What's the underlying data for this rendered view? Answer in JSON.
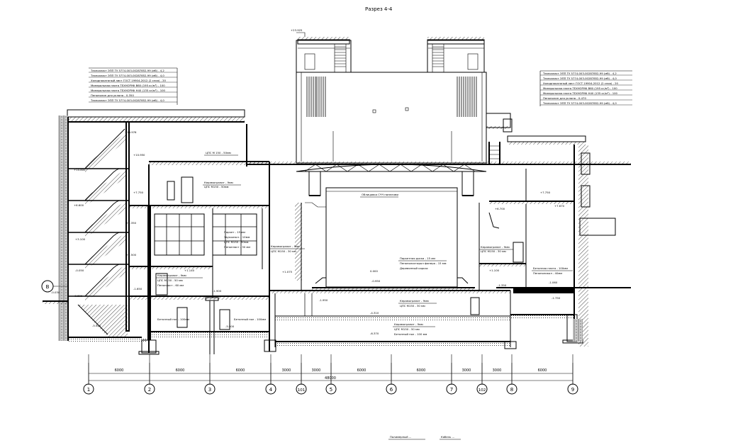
{
  "title": "Разрез 4-4",
  "top_elevation": "+23.925",
  "left_legend": [
    {
      "text": "Техноэласт ЭПП ТУ 5774-003-00287852-99 (мб)",
      "val": "- 4,2"
    },
    {
      "text": "Техноэласт ЭПП ТУ 5774-003-00287852-99 (мб)",
      "val": "- 4,0"
    },
    {
      "text": "Холоднокатаный лист ГОСТ 19904-2012 (2 слоя)",
      "val": "- 20"
    },
    {
      "text": "Минеральная плита ТЕХНОРУФ В60 (195 кг/м³)",
      "val": "- 100"
    },
    {
      "text": "Минеральная плита ТЕХНОРУФ Н40 (135 кг/м³)",
      "val": "- 100"
    },
    {
      "text": "Пенополин для уклона",
      "val": "- 0-350"
    },
    {
      "text": "Техноэласт ЭПП ТУ 5774-003-00287852-99 (мб)",
      "val": "- 4,0"
    }
  ],
  "right_legend": [
    {
      "text": "Техноэласт ЭПП ТУ 5774-003-00287852-99 (мб)",
      "val": "- 4,2"
    },
    {
      "text": "Техноэласт ЭПП ТУ 5774-003-00287852-99 (мб)",
      "val": "- 4,0"
    },
    {
      "text": "Холоднокатаный лист ГОСТ 19904-2012 (2 слоя)",
      "val": "- 20"
    },
    {
      "text": "Минеральная плита ТЕХНОРУФ В60 (195 кг/м³)",
      "val": "- 100"
    },
    {
      "text": "Минеральная плита ТЕХНОРУФ Н40 (135 кг/м³)",
      "val": "- 100"
    },
    {
      "text": "Пенополин для уклона",
      "val": "- 0-470"
    },
    {
      "text": "Техноэласт ЭПП ТУ 5774-003-00287852-99 (мб)",
      "val": "- 4,0"
    }
  ],
  "elevations_left": [
    "+14.976",
    "+10.950",
    "+10.800",
    "+7.750",
    "+6.600",
    "+4.350",
    "+3.100",
    "+1.500",
    "-0.050",
    "-1.650",
    "-2.600",
    "-5.500"
  ],
  "elevations_mid": [
    "+1.140",
    "-1.900",
    "+1.075",
    "0.000",
    "-0.950",
    "-1.950",
    "-4.310",
    "-6.370",
    "-5.500"
  ],
  "elevations_right": [
    "+7.750",
    "+7.670",
    "+6.700",
    "+1.100",
    "-1.060",
    "-1.750",
    "-1.350"
  ],
  "callouts": {
    "roof_slab": "ЦПС М 150 - 50мм",
    "screed_1a": "Керамогранит - 9мм",
    "screed_1b": "ЦПС М150 - 50мм",
    "floor_a": "Паркет - 15 мм",
    "floor_b": "Звукоизол. - 10мм",
    "floor_c": "ЦПС М150 - 50мм",
    "floor_d": "Пенопласт - 30 мм",
    "screed_2a": "Керамогранит - 9мм",
    "screed_2b": "ЦПС М150 - 30 мм",
    "stage_roof": "Облицовка СЧЧ панелями",
    "stage_a": "Паркетная доска - 15 мм",
    "stage_b": "Пенополистирол фанера - 15 мм",
    "stage_c": "Деревянный каркас",
    "right_a": "Керамогранит - 9мм",
    "right_b": "ЦПС М150 - 30 мм",
    "base_a": "Керамогранит - 9мм",
    "base_b": "ЦПС М150 - 50 мм",
    "base_c": "Пенопласт - 60 мм",
    "pit_a": "Керамогранит - 9мм",
    "pit_b": "ЦПС М150 - 30 мм",
    "low_a": "Керамогранит - 9мм",
    "low_b": "ЦПС М150 - 50 мм",
    "low_c": "Бетонный пол - 100 мм",
    "conc1": "Бетонный пол - 100мм",
    "conc2": "Бетонный пол - 100мм",
    "right_low_a": "Бетонная плита - 100мм",
    "right_low_b": "Пенополикол - 40мм"
  },
  "dims": [
    "6000",
    "6000",
    "6000",
    "3000",
    "3000",
    "6000",
    "6000",
    "3000",
    "3000",
    "6000"
  ],
  "total_dim": "48000",
  "axes": [
    "1",
    "2",
    "3",
    "4",
    "101",
    "5",
    "6",
    "7",
    "102",
    "8",
    "9"
  ],
  "row_axis": "В",
  "row_axis_elev": "-0.030",
  "footer": [
    "Полимерный ...",
    "Кабель ..."
  ]
}
